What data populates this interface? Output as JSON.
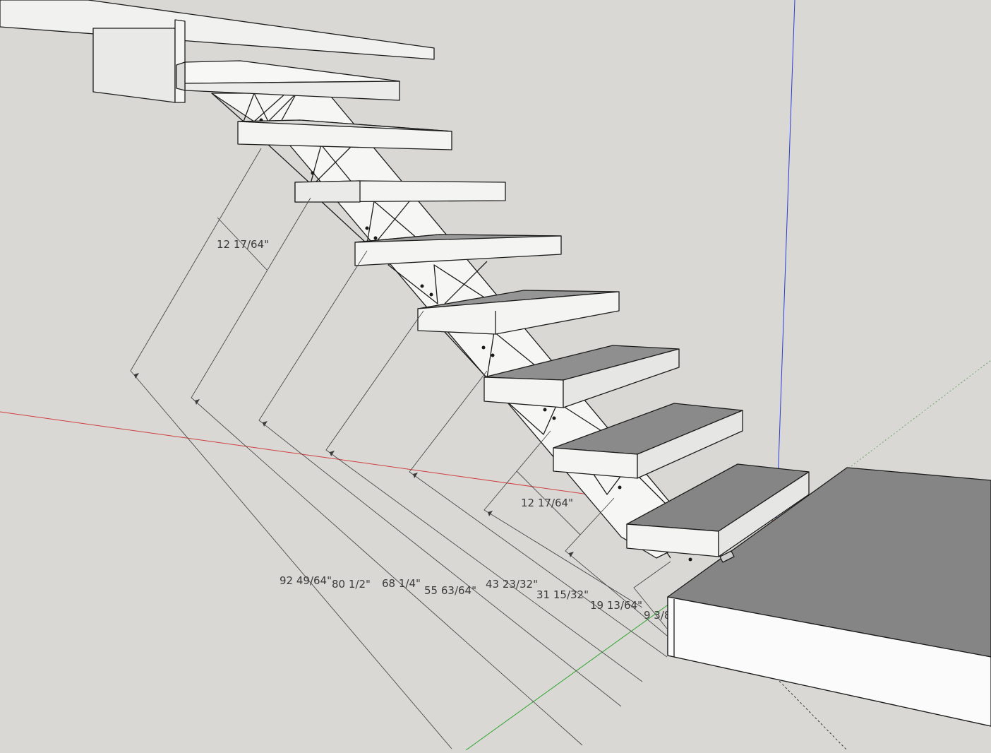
{
  "colors": {
    "background": "#d9d8d4",
    "tread_top": "#8a8a8a",
    "tread_front": "#f4f4f2",
    "tread_side": "#d2d2d0",
    "stringer": "#f6f6f4",
    "landing_top": "#858585",
    "landing_front": "#fbfbfb",
    "axis_red": "#d04040",
    "axis_green": "#2fa52f",
    "axis_blue": "#2b3bd9",
    "dimension_line": "#4a4a4a"
  },
  "dimensions": {
    "tread_spacing_upper": "12 17/64\"",
    "tread_spacing_lower": "12 17/64\"",
    "run_92": "92 49/64\"",
    "run_80": "80 1/2\"",
    "run_68": "68 1/4\"",
    "run_55": "55 63/64\"",
    "run_43": "43 23/32\"",
    "run_31": "31 15/32\"",
    "run_19": "19 13/64\"",
    "run_9": "9 3/8\""
  }
}
